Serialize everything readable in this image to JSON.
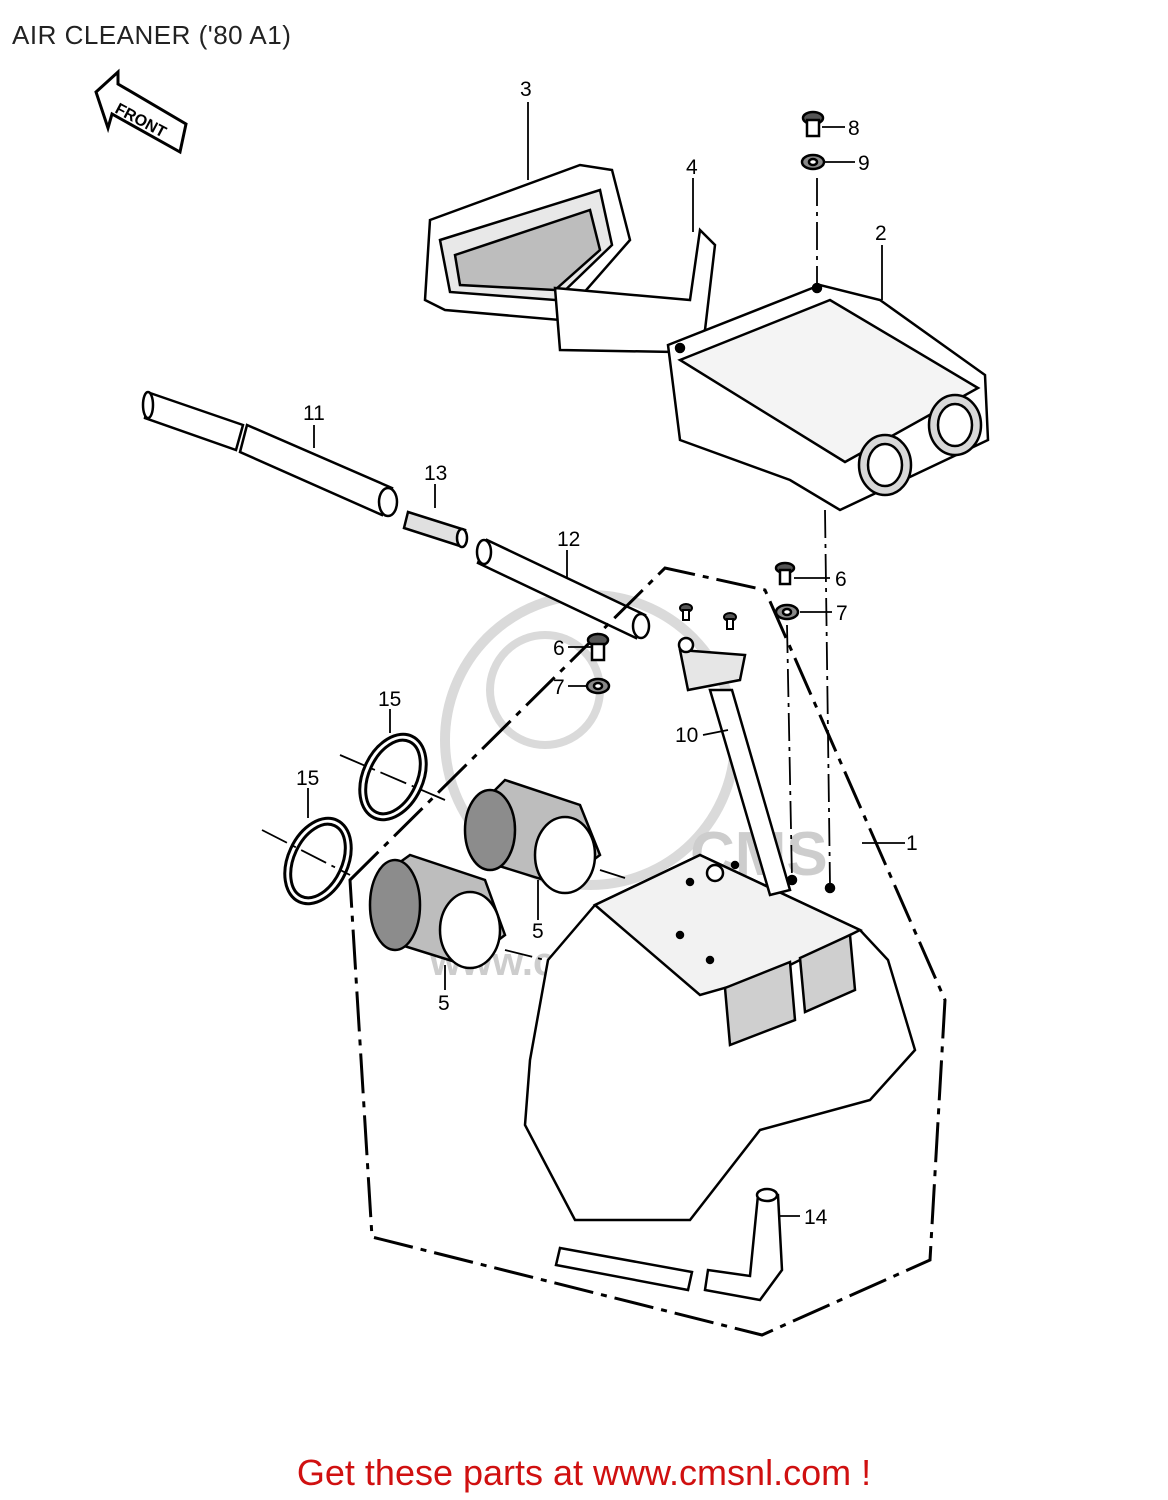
{
  "header": {
    "title": "AIR CLEANER ('80 A1)"
  },
  "diagram": {
    "front_arrow_label": "FRONT",
    "callouts": {
      "c1": "1",
      "c2": "2",
      "c3": "3",
      "c4": "4",
      "c5a": "5",
      "c5b": "5",
      "c6a": "6",
      "c6b": "6",
      "c7a": "7",
      "c7b": "7",
      "c8": "8",
      "c9": "9",
      "c10": "10",
      "c11": "11",
      "c12": "12",
      "c13": "13",
      "c14": "14",
      "c15a": "15",
      "c15b": "15"
    },
    "watermark": {
      "logo": "CMS",
      "url": "www.cmsnl.com"
    }
  },
  "footer": {
    "cta": "Get these parts at www.cmsnl.com !"
  }
}
